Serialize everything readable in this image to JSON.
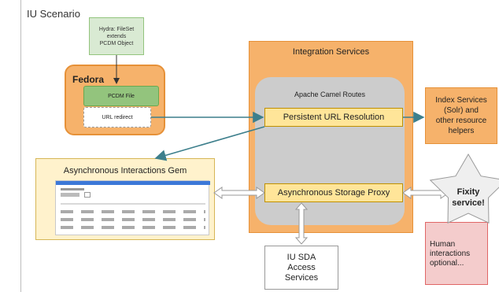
{
  "diagram": {
    "scenario_title": "IU Scenario",
    "hydra_note": {
      "lines": [
        "Hydra: FileSet",
        "extends",
        "PCDM Object"
      ]
    },
    "fedora": {
      "title": "Fedora",
      "pcdm_file": "PCDM File",
      "url_redirect": "URL redirect"
    },
    "integration_services": {
      "title": "Integration Services",
      "camel_routes": "Apache Camel Routes",
      "persistent_url": "Persistent URL Resolution",
      "storage_proxy": "Asynchronous Storage Proxy"
    },
    "index_services": {
      "lines": [
        "Index Services",
        "(Solr) and",
        "other resource",
        "helpers"
      ]
    },
    "async_gem": {
      "title": "Asynchronous Interactions Gem"
    },
    "sda": {
      "lines": [
        "IU SDA",
        "Access",
        "Services"
      ]
    },
    "fixity": {
      "lines": [
        "Fixity",
        "service!"
      ]
    },
    "human_note": {
      "lines": [
        "Human",
        "interactions",
        "optional..."
      ]
    },
    "colors": {
      "orange": "#f6b26b",
      "orange_border": "#e69138",
      "green": "#93c47d",
      "green_light": "#d9ead3",
      "gray": "#cccccc",
      "yellow": "#fff2cc",
      "yellow_dark": "#ffe599",
      "pink": "#f4cccc",
      "arrow_teal": "#3d7f8c"
    }
  }
}
